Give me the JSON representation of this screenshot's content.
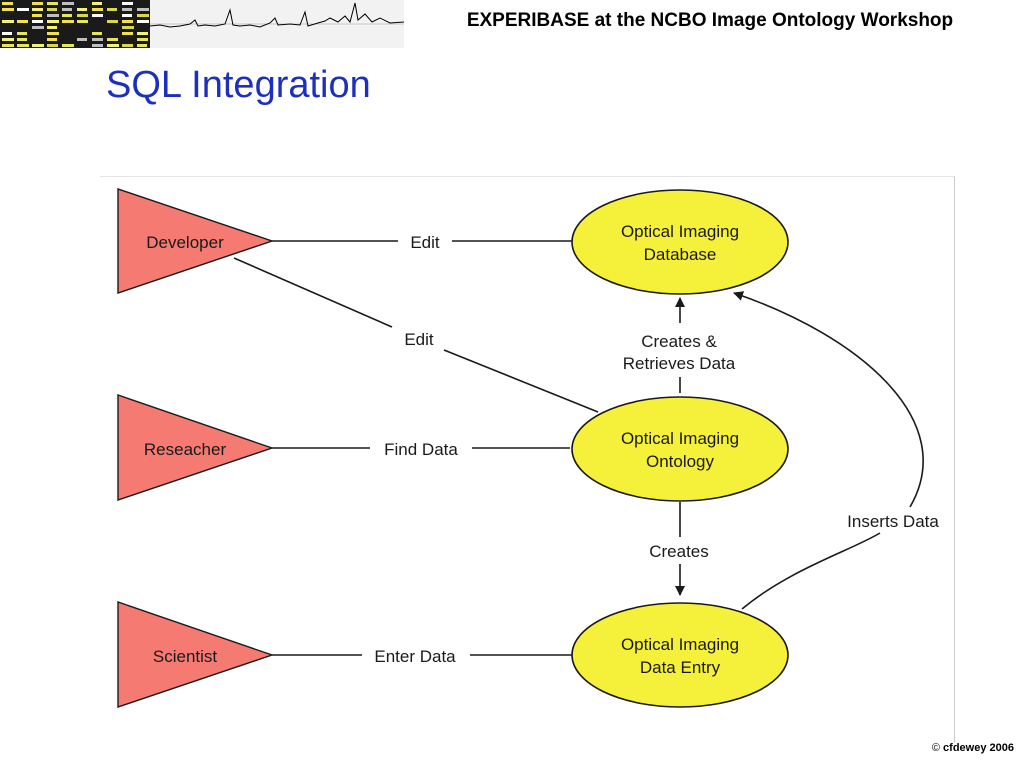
{
  "header": {
    "title": "EXPERIBASE at the NCBO Image Ontology Workshop"
  },
  "slide": {
    "title": "SQL Integration"
  },
  "diagram": {
    "actors": {
      "developer": "Developer",
      "researcher": "Reseacher",
      "scientist": "Scientist"
    },
    "nodes": {
      "database": {
        "line1": "Optical Imaging",
        "line2": "Database"
      },
      "ontology": {
        "line1": "Optical Imaging",
        "line2": "Ontology"
      },
      "data_entry": {
        "line1": "Optical Imaging",
        "line2": "Data Entry"
      }
    },
    "edges": {
      "developer_database": "Edit",
      "developer_ontology": "Edit",
      "ontology_database": {
        "line1": "Creates &",
        "line2": "Retrieves Data"
      },
      "researcher_ontology": "Find Data",
      "ontology_data_entry": "Creates",
      "scientist_data_entry": "Enter Data",
      "data_entry_database": "Inserts Data"
    },
    "colors": {
      "actor_fill": "#f47a72",
      "node_fill": "#f5f03a",
      "line": "#1a1a1a"
    }
  },
  "footer": {
    "copyright_mark": "©",
    "copyright_text": " cfdewey 2006"
  }
}
